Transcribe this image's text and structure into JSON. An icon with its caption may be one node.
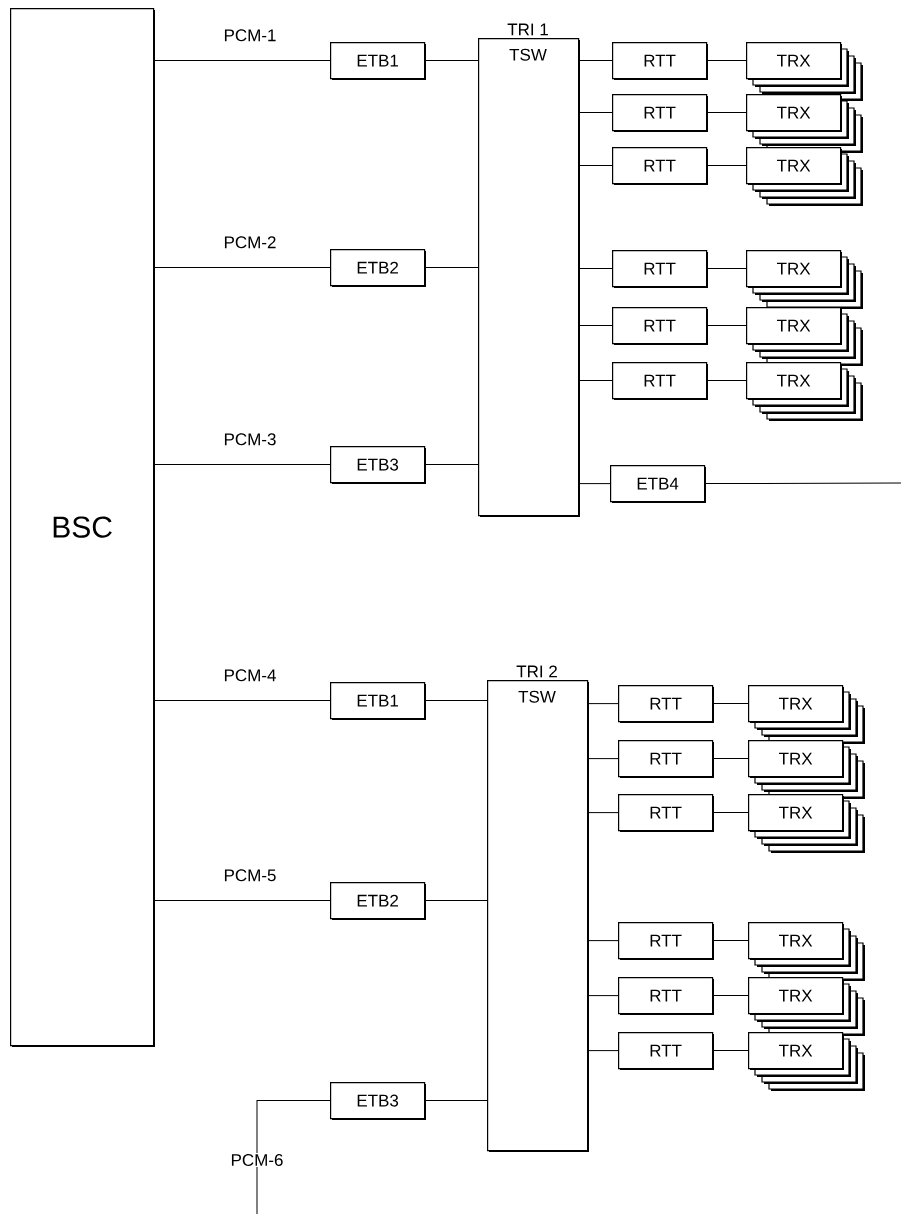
{
  "diagram": {
    "nodes": [
      {
        "text": [
          "BSC"
        ]
      },
      {
        "text": [
          "ETB1"
        ]
      },
      {
        "text": [
          "ETB2"
        ]
      },
      {
        "text": [
          "ETB3"
        ]
      },
      {
        "text": [
          "TRI 1",
          "TSW"
        ]
      },
      {
        "text": [
          "RTT"
        ]
      },
      {
        "text": [
          "RTT"
        ]
      },
      {
        "text": [
          "RTT"
        ]
      },
      {
        "text": [
          "RTT"
        ]
      },
      {
        "text": [
          "RTT"
        ]
      },
      {
        "text": [
          "RTT"
        ]
      },
      {
        "text": [
          "TRX"
        ]
      },
      {
        "text": [
          "TRX"
        ]
      },
      {
        "text": [
          "TRX"
        ]
      },
      {
        "text": [
          "TRX"
        ]
      },
      {
        "text": [
          "TRX"
        ]
      },
      {
        "text": [
          "TRX"
        ]
      },
      {
        "text": [
          "ETB4"
        ]
      },
      {
        "text": [
          "ETB1"
        ]
      },
      {
        "text": [
          "ETB2"
        ]
      },
      {
        "text": [
          "ETB3"
        ]
      },
      {
        "text": [
          "TRI 2",
          "TSW"
        ]
      },
      {
        "text": [
          "RTT"
        ]
      },
      {
        "text": [
          "RTT"
        ]
      },
      {
        "text": [
          "RTT"
        ]
      },
      {
        "text": [
          "RTT"
        ]
      },
      {
        "text": [
          "RTT"
        ]
      },
      {
        "text": [
          "RTT"
        ]
      },
      {
        "text": [
          "TRX"
        ]
      },
      {
        "text": [
          "TRX"
        ]
      },
      {
        "text": [
          "TRX"
        ]
      },
      {
        "text": [
          "TRX"
        ]
      },
      {
        "text": [
          "TRX"
        ]
      },
      {
        "text": [
          "TRX"
        ]
      }
    ],
    "edges": [
      {
        "from": 0,
        "to": 1,
        "arrow": "none",
        "label": "PCM-1"
      },
      {
        "from": 0,
        "to": 2,
        "arrow": "none",
        "label": "PCM-2"
      },
      {
        "from": 0,
        "to": 3,
        "arrow": "none",
        "label": "PCM-3"
      },
      {
        "from": 1,
        "to": 4,
        "arrow": "none"
      },
      {
        "from": 2,
        "to": 4,
        "arrow": "none"
      },
      {
        "from": 3,
        "to": 4,
        "arrow": "none"
      },
      {
        "from": 4,
        "to": 5,
        "arrow": "none"
      },
      {
        "from": 4,
        "to": 6,
        "arrow": "none"
      },
      {
        "from": 4,
        "to": 7,
        "arrow": "none"
      },
      {
        "from": 4,
        "to": 8,
        "arrow": "none"
      },
      {
        "from": 4,
        "to": 9,
        "arrow": "none"
      },
      {
        "from": 4,
        "to": 10,
        "arrow": "none"
      },
      {
        "from": 5,
        "to": 11,
        "arrow": "none"
      },
      {
        "from": 6,
        "to": 12,
        "arrow": "none"
      },
      {
        "from": 7,
        "to": 13,
        "arrow": "none"
      },
      {
        "from": 8,
        "to": 14,
        "arrow": "none"
      },
      {
        "from": 9,
        "to": 15,
        "arrow": "none"
      },
      {
        "from": 10,
        "to": 16,
        "arrow": "none"
      },
      {
        "from": 4,
        "to": 17,
        "arrow": "none"
      },
      {
        "from": 17,
        "to": null,
        "arrow": "none"
      },
      {
        "from": 0,
        "to": 18,
        "arrow": "none",
        "label": "PCM-4"
      },
      {
        "from": 0,
        "to": 19,
        "arrow": "none",
        "label": "PCM-5"
      },
      {
        "from": null,
        "to": 20,
        "arrow": "none",
        "label": "PCM-6"
      },
      {
        "from": 18,
        "to": 21,
        "arrow": "none"
      },
      {
        "from": 19,
        "to": 21,
        "arrow": "none"
      },
      {
        "from": 20,
        "to": 21,
        "arrow": "none"
      },
      {
        "from": 21,
        "to": 22,
        "arrow": "none"
      },
      {
        "from": 21,
        "to": 23,
        "arrow": "none"
      },
      {
        "from": 21,
        "to": 24,
        "arrow": "none"
      },
      {
        "from": 21,
        "to": 25,
        "arrow": "none"
      },
      {
        "from": 21,
        "to": 26,
        "arrow": "none"
      },
      {
        "from": 21,
        "to": 27,
        "arrow": "none"
      },
      {
        "from": 22,
        "to": 28,
        "arrow": "none"
      },
      {
        "from": 23,
        "to": 29,
        "arrow": "none"
      },
      {
        "from": 24,
        "to": 30,
        "arrow": "none"
      },
      {
        "from": 25,
        "to": 31,
        "arrow": "none"
      },
      {
        "from": 26,
        "to": 32,
        "arrow": "none"
      },
      {
        "from": 27,
        "to": 33,
        "arrow": "none"
      }
    ]
  }
}
